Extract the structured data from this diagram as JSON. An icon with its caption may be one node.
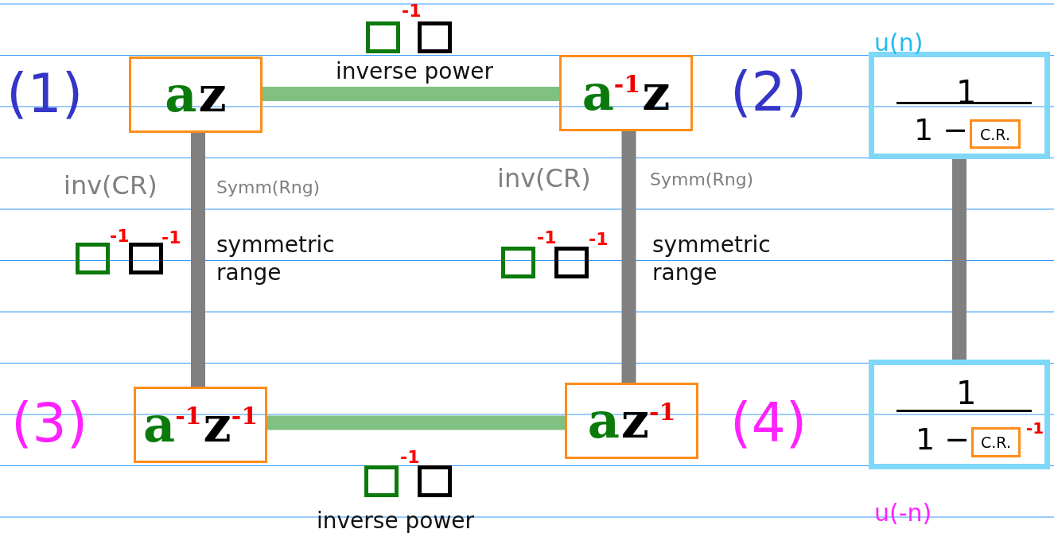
{
  "diagram": {
    "nodes": [
      {
        "text": [
          "a",
          "z"
        ]
      },
      {
        "text": [
          "a$^{-1}$",
          "z"
        ]
      },
      {
        "text": [
          "a$^{-1}$",
          "z$^{-1}$"
        ]
      },
      {
        "text": [
          "a",
          "z$^{-1}$"
        ]
      },
      {
        "text": [
          "u(n)",
          "1",
          "1 −"
        ]
      },
      {
        "text": [
          "C.R."
        ],
        "in": 4
      },
      {
        "text": [
          "u(-n)",
          "1",
          "1 −"
        ]
      },
      {
        "text": [
          "C.R."
        ],
        "in": 6,
        "beside": [
          "-1"
        ]
      }
    ],
    "edges": [
      {
        "from": 0,
        "to": 1,
        "arrow": "none",
        "label": "inverse power",
        "color": "#80c080"
      },
      {
        "from": 0,
        "to": 2,
        "arrow": "none",
        "label": "symmetric range"
      },
      {
        "from": 1,
        "to": 3,
        "arrow": "none",
        "label": "symmetric range"
      },
      {
        "from": 2,
        "to": 3,
        "arrow": "none",
        "label": "inverse power",
        "color": "#80c080"
      },
      {
        "from": 4,
        "to": 6,
        "arrow": "none"
      }
    ],
    "labels": [
      "-1",
      "(1)",
      "(2)",
      "inv(CR)",
      "Symm(Rng)",
      "inv(CR)",
      "Symm(Rng)",
      "-1",
      "-1",
      "-1",
      "-1",
      "(3)",
      "(4)",
      "-1"
    ]
  }
}
